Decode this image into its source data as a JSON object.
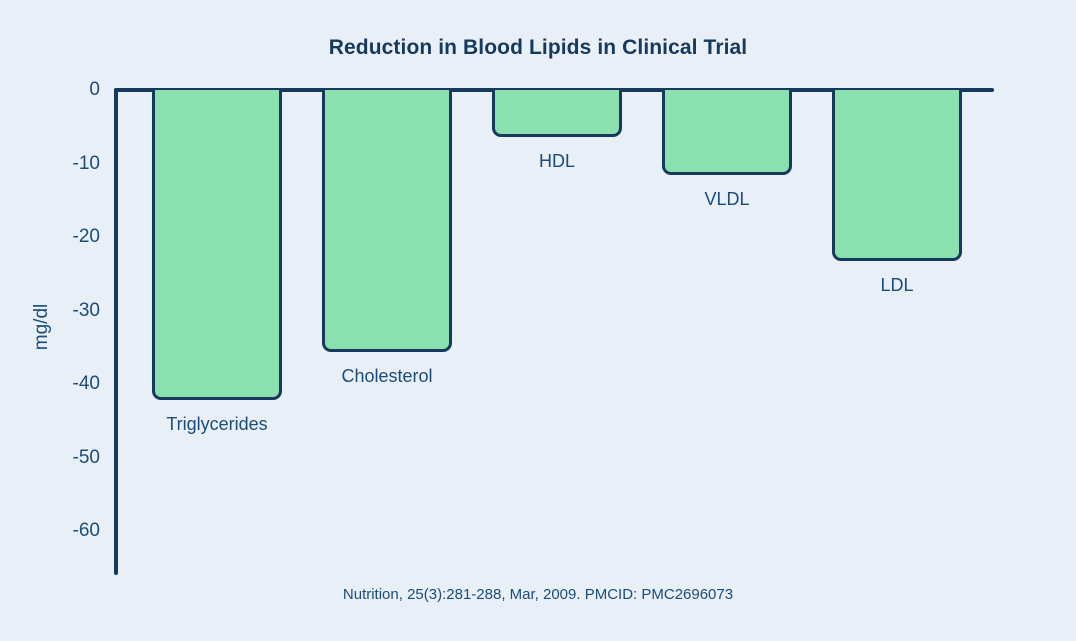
{
  "chart_data": {
    "type": "bar",
    "title": "Reduction in Blood Lipids in Clinical Trial",
    "subtitle": "",
    "xlabel": "",
    "ylabel": "mg/dl",
    "categories": [
      "Triglycerides",
      "Cholesterol",
      "HDL",
      "VLDL",
      "LDL"
    ],
    "values": [
      -42.2,
      -35.6,
      -6.4,
      -11.6,
      -23.3
    ],
    "ylim": [
      -65,
      0
    ],
    "yticks": [
      0,
      -10,
      -20,
      -30,
      -40,
      -50,
      -60
    ],
    "ytick_labels": [
      "0",
      "-10",
      "-20",
      "-30",
      "-40",
      "-50",
      "-60"
    ],
    "grid": false,
    "legend": null,
    "annotations": [
      "Nutrition, 25(3):281-288, Mar, 2009. PMCID: PMC2696073"
    ],
    "bar_fill_color": "#8AE0AE",
    "bar_border_color": "#16395E",
    "axis_color": "#16395E",
    "text_color": "#1C4C78",
    "title_color": "#16395E",
    "background_color": "#E8EFF7"
  },
  "footnote": "Nutrition, 25(3):281-288, Mar, 2009. PMCID: PMC2696073"
}
